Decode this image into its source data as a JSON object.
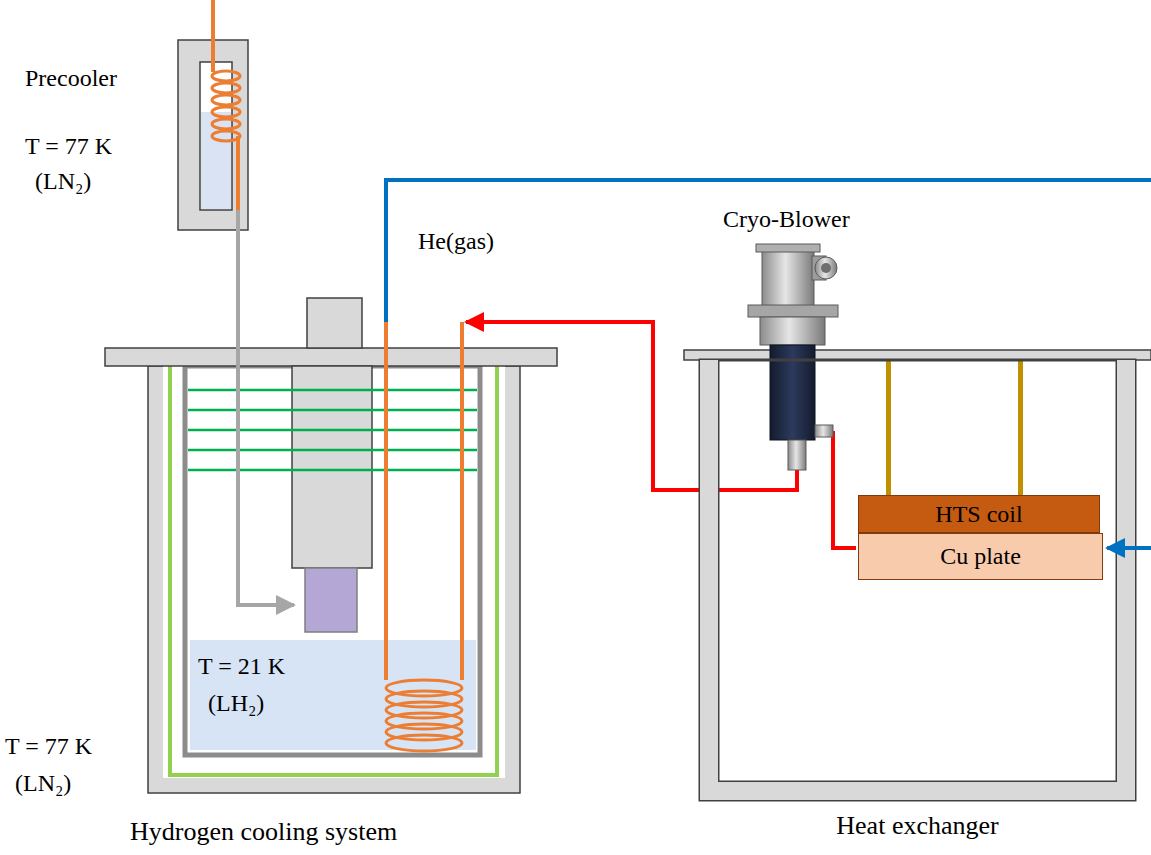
{
  "diagram": {
    "nodes": [
      {
        "text": [
          "Heat exchanger"
        ]
      },
      {
        "text": [
          "HTS coil"
        ],
        "in": 0
      },
      {
        "text": [
          "Cu plate"
        ],
        "in": 0
      }
    ],
    "labels": [
      "Precooler",
      "T = 77 K",
      "(LN₂)",
      "He(gas)",
      "Cryo-Blower",
      "T = 21 K",
      "(LH₂)",
      "T = 77 K",
      "(LN₂)",
      "Hydrogen cooling system"
    ]
  }
}
